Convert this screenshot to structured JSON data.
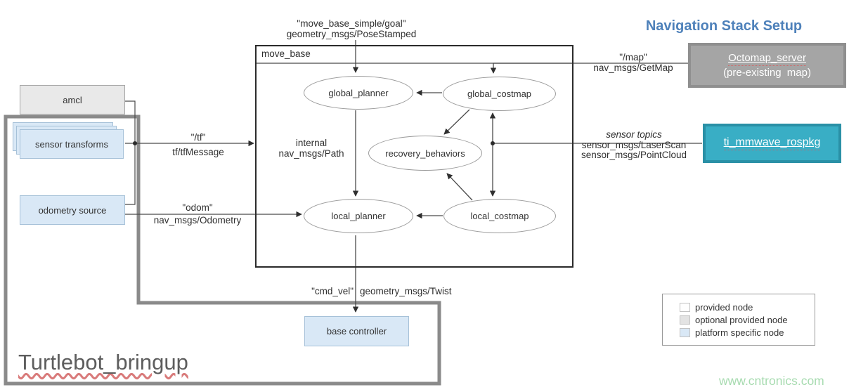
{
  "title": "Navigation Stack Setup",
  "watermark": "www.cntronics.com",
  "containers": {
    "move_base_label": "move_base",
    "turtlebot_label": "Turtlebot_bringup"
  },
  "nodes": {
    "amcl": "amcl",
    "sensor_transforms": "sensor transforms",
    "odometry_source": "odometry source",
    "base_controller": "base controller",
    "octomap_line1": "Octomap_server",
    "octomap_line2": "(pre-existing map)",
    "ti_mmwave": "ti_mmwave_rospkg",
    "global_planner": "global_planner",
    "global_costmap": "global_costmap",
    "recovery_behaviors": "recovery_behaviors",
    "local_planner": "local_planner",
    "local_costmap": "local_costmap"
  },
  "edges": {
    "goal": {
      "topic": "\"move_base_simple/goal\"",
      "type": "geometry_msgs/PoseStamped"
    },
    "map": {
      "topic": "\"/map\"",
      "type": "nav_msgs/GetMap"
    },
    "sensor": {
      "title": "sensor topics",
      "type1": "sensor_msgs/LaserScan",
      "type2": "sensor_msgs/PointCloud"
    },
    "tf": {
      "topic": "\"/tf\"",
      "type": "tf/tfMessage"
    },
    "odom": {
      "topic": "\"odom\"",
      "type": "nav_msgs/Odometry"
    },
    "internal": {
      "label": "internal",
      "type": "nav_msgs/Path"
    },
    "cmd_vel": {
      "topic": "\"cmd_vel\"",
      "type": "geometry_msgs/Twist"
    }
  },
  "legend": {
    "items": [
      {
        "label": "provided node",
        "color": "#fefefe"
      },
      {
        "label": "optional provided node",
        "color": "#e3e3e3"
      },
      {
        "label": "platform specific node",
        "color": "#d9e8f6"
      }
    ]
  },
  "colors": {
    "title_blue": "#4e81ba",
    "node_blue": "#d9e8f6",
    "node_gray": "#e9e9e9",
    "octomap_gray": "#a5a5a5",
    "ti_teal": "#39aec5",
    "thick_border_gray": "#8a8a8a",
    "watermark_green": "#a7dbb0"
  }
}
